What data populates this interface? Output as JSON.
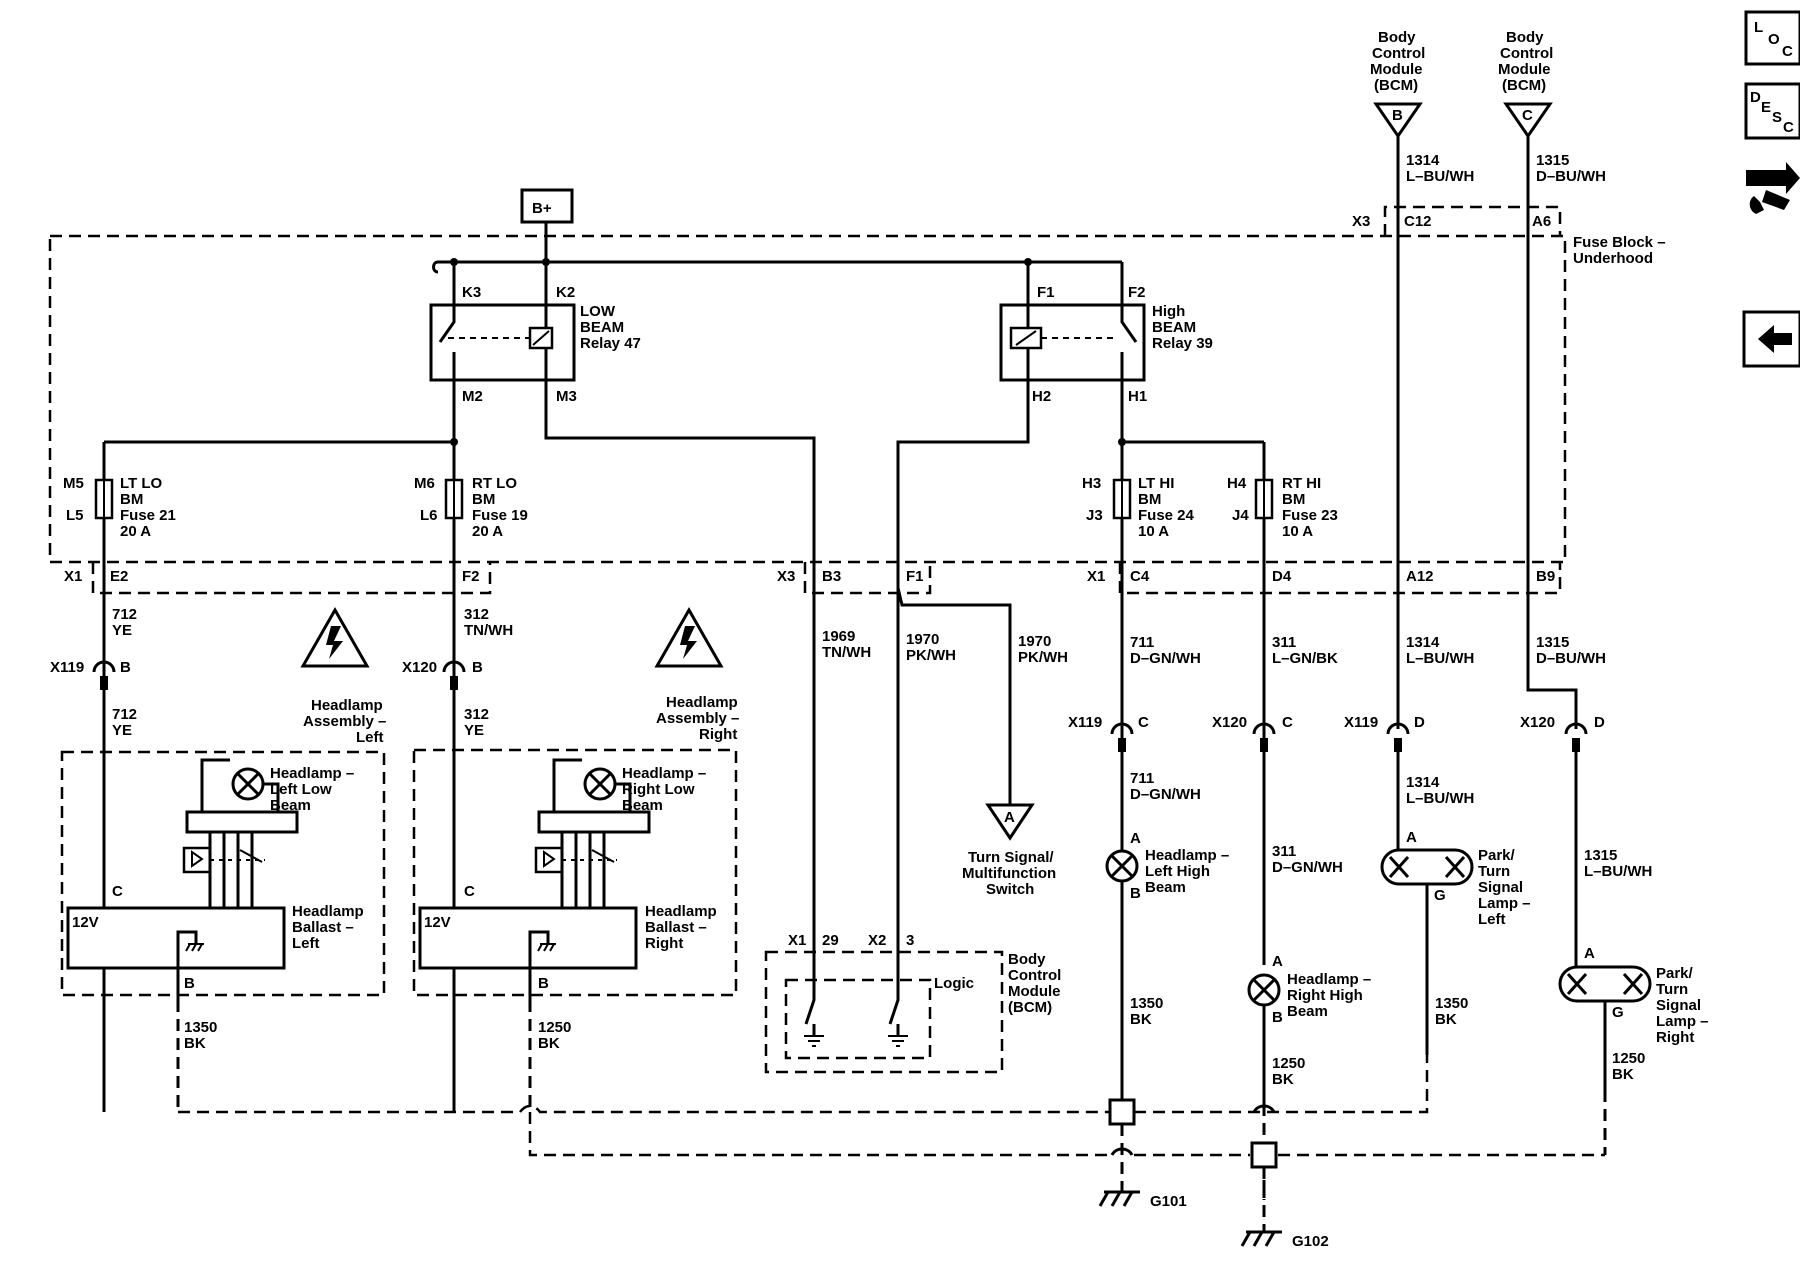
{
  "bplus": "B+",
  "relays": {
    "low": {
      "pin_k3": "K3",
      "pin_k2": "K2",
      "pin_m2": "M2",
      "pin_m3": "M3",
      "line1": "LOW",
      "line2": "BEAM",
      "line3": "Relay 47"
    },
    "high": {
      "pin_f1": "F1",
      "pin_f2": "F2",
      "pin_h2": "H2",
      "pin_h1": "H1",
      "line1": "High",
      "line2": "BEAM",
      "line3": "Relay 39"
    }
  },
  "fuse_block": {
    "line1": "Fuse Block –",
    "line2": "Underhood"
  },
  "bcm_top": {
    "line1": "Body",
    "line2": "Control",
    "line3": "Module",
    "line4": "(BCM)",
    "tri_b": "B",
    "tri_c": "C"
  },
  "fuses": {
    "lt_lo": {
      "top_pin": "M5",
      "bot_pin": "L5",
      "l1": "LT LO",
      "l2": "BM",
      "l3": "Fuse 21",
      "l4": "20 A"
    },
    "rt_lo": {
      "top_pin": "M6",
      "bot_pin": "L6",
      "l1": "RT LO",
      "l2": "BM",
      "l3": "Fuse 19",
      "l4": "20 A"
    },
    "lt_hi": {
      "top_pin": "H3",
      "bot_pin": "J3",
      "l1": "LT HI",
      "l2": "BM",
      "l3": "Fuse 24",
      "l4": "10 A"
    },
    "rt_hi": {
      "top_pin": "H4",
      "bot_pin": "J4",
      "l1": "RT HI",
      "l2": "BM",
      "l3": "Fuse 23",
      "l4": "10 A"
    }
  },
  "connectors": {
    "x1": "X1",
    "e2": "E2",
    "f2": "F2",
    "x3": "X3",
    "b3": "B3",
    "f1": "F1",
    "x1b": "X1",
    "c4": "C4",
    "d4": "D4",
    "a12": "A12",
    "b9": "B9",
    "x3top": "X3",
    "c12": "C12",
    "a6": "A6",
    "x119a": "X119",
    "pin_b_a": "B",
    "x120a": "X120",
    "pin_b_b": "B",
    "x119b": "X119",
    "pin_c_a": "C",
    "x120b": "X120",
    "pin_c_b": "C",
    "x119c": "X119",
    "pin_d_a": "D",
    "x120c": "X120",
    "pin_d_b": "D"
  },
  "wires": {
    "w1314_top_n": "1314",
    "w1314_top_c": "L–BU/WH",
    "w1315_top_n": "1315",
    "w1315_top_c": "D–BU/WH",
    "w712a_n": "712",
    "w712a_c": "YE",
    "w712b_n": "712",
    "w712b_c": "YE",
    "w312a_n": "312",
    "w312a_c": "TN/WH",
    "w312b_n": "312",
    "w312b_c": "YE",
    "w1969_n": "1969",
    "w1969_c": "TN/WH",
    "w1970a_n": "1970",
    "w1970a_c": "PK/WH",
    "w1970b_n": "1970",
    "w1970b_c": "PK/WH",
    "w711a_n": "711",
    "w711a_c": "D–GN/WH",
    "w711b_n": "711",
    "w711b_c": "D–GN/WH",
    "w311a_n": "311",
    "w311a_c": "L–GN/BK",
    "w311b_n": "311",
    "w311b_c": "D–GN/WH",
    "w1314a_n": "1314",
    "w1314a_c": "L–BU/WH",
    "w1314b_n": "1314",
    "w1314b_c": "L–BU/WH",
    "w1315a_n": "1315",
    "w1315a_c": "D–BU/WH",
    "w1315b_n": "1315",
    "w1315b_c": "L–BU/WH",
    "w1350a_n": "1350",
    "w1350a_c": "BK",
    "w1250a_n": "1250",
    "w1250a_c": "BK",
    "w1350b_n": "1350",
    "w1350b_c": "BK",
    "w1250b_n": "1250",
    "w1250b_c": "BK",
    "w1350c_n": "1350",
    "w1350c_c": "BK",
    "w1250c_n": "1250",
    "w1250c_c": "BK"
  },
  "headlamp_left": {
    "assy1": "Headlamp",
    "assy2": "Assembly –",
    "assy3": "Left",
    "lamp1": "Headlamp –",
    "lamp2": "Left Low",
    "lamp3": "Beam",
    "ballast1": "Headlamp",
    "ballast2": "Ballast –",
    "ballast3": "Left",
    "pin_c": "C",
    "pin_b": "B",
    "volt": "12V"
  },
  "headlamp_right": {
    "assy1": "Headlamp",
    "assy2": "Assembly –",
    "assy3": "Right",
    "lamp1": "Headlamp –",
    "lamp2": "Right Low",
    "lamp3": "Beam",
    "ballast1": "Headlamp",
    "ballast2": "Ballast –",
    "ballast3": "Right",
    "pin_c": "C",
    "pin_b": "B",
    "volt": "12V"
  },
  "turn_switch": {
    "tri": "A",
    "l1": "Turn Signal/",
    "l2": "Multifunction",
    "l3": "Switch"
  },
  "bcm_bottom": {
    "x1": "X1",
    "p29": "29",
    "x2": "X2",
    "p3": "3",
    "logic": "Logic",
    "l1": "Body",
    "l2": "Control",
    "l3": "Module",
    "l4": "(BCM)"
  },
  "hi_left": {
    "pin_a": "A",
    "pin_b": "B",
    "l1": "Headlamp –",
    "l2": "Left High",
    "l3": "Beam"
  },
  "hi_right": {
    "pin_a": "A",
    "pin_b": "B",
    "l1": "Headlamp –",
    "l2": "Right High",
    "l3": "Beam"
  },
  "park_left": {
    "pin_a": "A",
    "pin_g": "G",
    "l1": "Park/",
    "l2": "Turn",
    "l3": "Signal",
    "l4": "Lamp –",
    "l5": "Left"
  },
  "park_right": {
    "pin_a": "A",
    "pin_g": "G",
    "l1": "Park/",
    "l2": "Turn",
    "l3": "Signal",
    "l4": "Lamp –",
    "l5": "Right"
  },
  "grounds": {
    "g101": "G101",
    "g102": "G102"
  },
  "sidebar": {
    "loc1": "L",
    "loc2": "O",
    "loc3": "C",
    "desc1": "D",
    "desc2": "E",
    "desc3": "S",
    "desc4": "C"
  }
}
